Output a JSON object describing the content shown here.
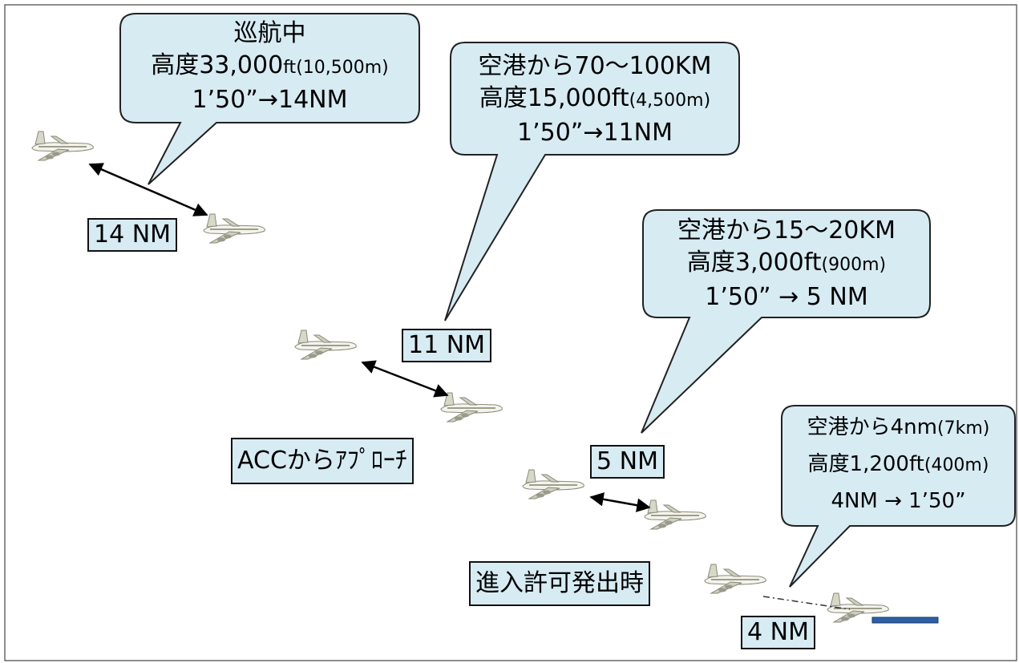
{
  "bubbles": [
    {
      "lines": [
        {
          "main": "巡航中"
        },
        {
          "main": "高度33,000",
          "small": "ft(10,500m)"
        },
        {
          "main": "1’50”→14NM"
        }
      ]
    },
    {
      "lines": [
        {
          "main": "空港から70～100KM"
        },
        {
          "main": "高度15,000ft",
          "small": "(4,500m)"
        },
        {
          "main": "1’50”→11NM"
        }
      ]
    },
    {
      "lines": [
        {
          "main": "空港から15～20KM"
        },
        {
          "main": "高度3,000ft",
          "small": "(900m)"
        },
        {
          "main": "1’50” → 5 NM"
        }
      ]
    },
    {
      "lines": [
        {
          "main": "空港から4nm",
          "small": "(7km)"
        },
        {
          "main": "高度1,200ft",
          "small": "(400m)"
        },
        {
          "main": "4NM → 1’50”"
        }
      ]
    }
  ],
  "labels": {
    "nm14": "14 NM",
    "nm11": "11 NM",
    "nm5": "5 NM",
    "nm4": "4 NM",
    "acc_approach": "ACCからｱﾌﾟﾛｰﾁ",
    "approach_clearance": "進入許可発出時"
  },
  "colors": {
    "bubble_fill": "#d7ebf3",
    "runway": "#2f5fa5"
  }
}
